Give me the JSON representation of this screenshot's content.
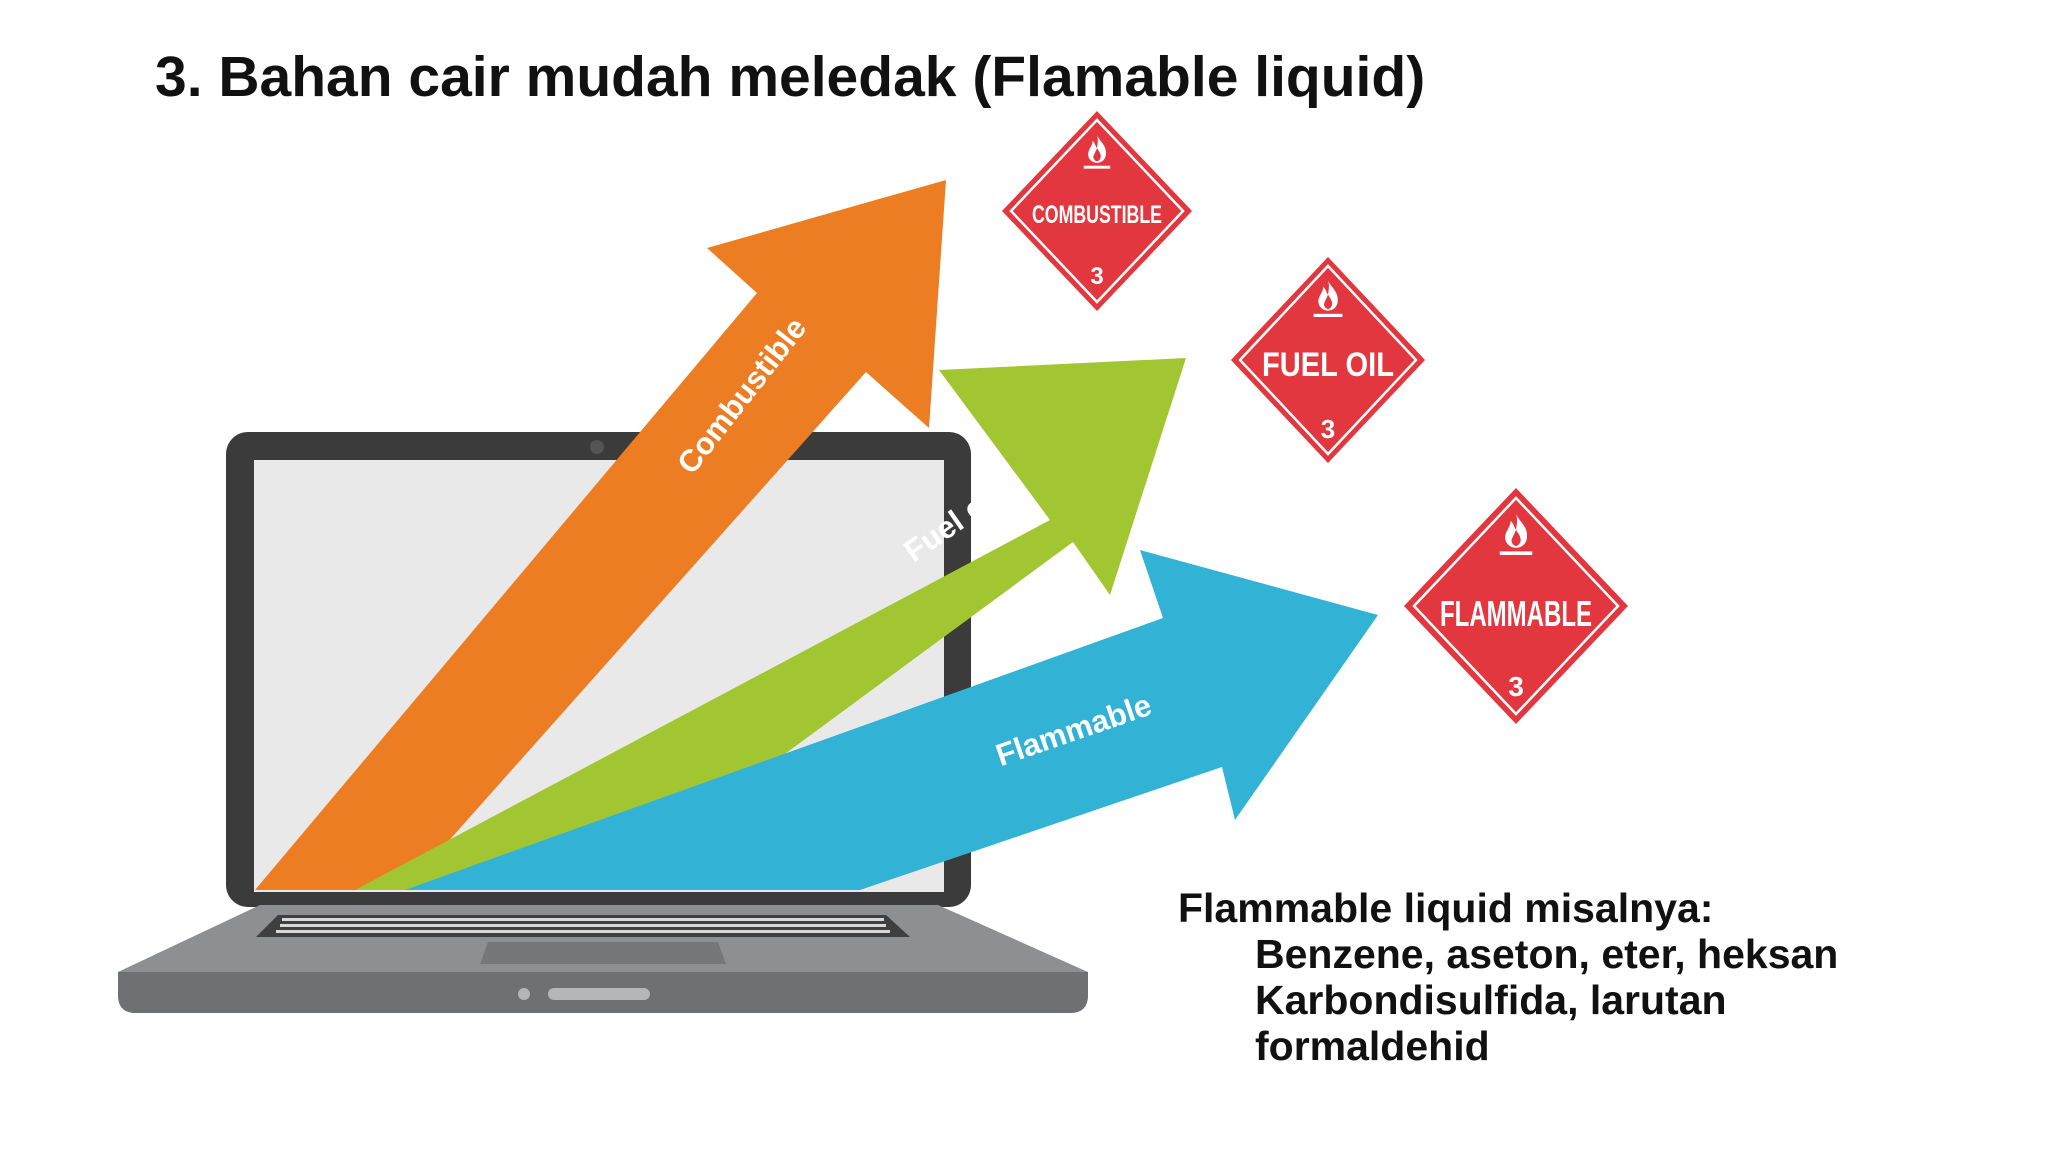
{
  "slide": {
    "title": "3. Bahan cair mudah meledak (Flamable liquid)"
  },
  "arrows": [
    {
      "label": "Combustible",
      "color": "#ED7D22"
    },
    {
      "label": "Fuel oil",
      "color": "#A2C631"
    },
    {
      "label": "Flammable",
      "color": "#32B2D5"
    }
  ],
  "placards": [
    {
      "label": "COMBUSTIBLE",
      "class_number": "3",
      "color": "#E3373F"
    },
    {
      "label": "FUEL OIL",
      "class_number": "3",
      "color": "#E3373F"
    },
    {
      "label": "FLAMMABLE",
      "class_number": "3",
      "color": "#E3373F"
    }
  ],
  "text_block": {
    "lead": "Flammable liquid misalnya:",
    "lines": [
      "Benzene, aseton, eter, heksan",
      "Karbondisulfida, larutan",
      "formaldehid"
    ]
  }
}
